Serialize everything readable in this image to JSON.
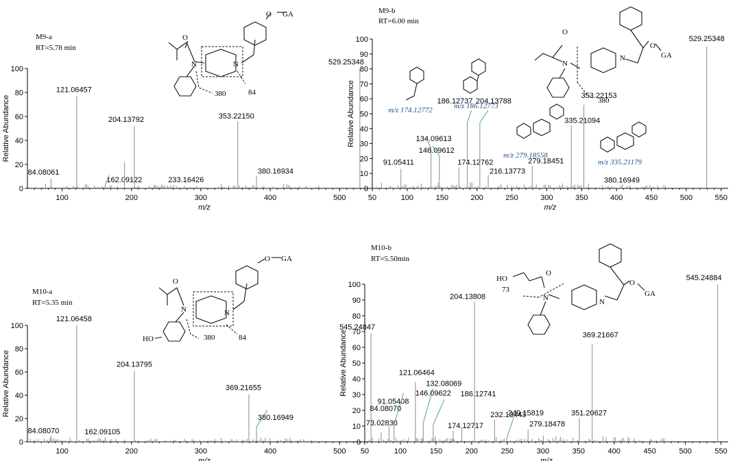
{
  "chart_data": [
    {
      "type": "bar",
      "title": "M9-a",
      "subtitle": "RT=5.78 min",
      "xlabel": "m/z",
      "ylabel": "Relative Abundance",
      "xlim": [
        50,
        560
      ],
      "ylim": [
        0,
        100
      ],
      "xticks": [
        "100",
        "200",
        "300",
        "400",
        "500"
      ],
      "yticks": [
        "0",
        "20",
        "40",
        "60",
        "80",
        "100"
      ],
      "peaks": [
        {
          "x": 84.08,
          "y": 8,
          "label": "84.08061"
        },
        {
          "x": 121.06,
          "y": 77,
          "label": "121.06457"
        },
        {
          "x": 162.09,
          "y": 3,
          "label": "162.09122"
        },
        {
          "x": 190.0,
          "y": 22,
          "label": ""
        },
        {
          "x": 204.14,
          "y": 52,
          "label": "204.13792"
        },
        {
          "x": 233.16,
          "y": 3,
          "label": "233.16426"
        },
        {
          "x": 353.22,
          "y": 56,
          "label": "353.22150"
        },
        {
          "x": 380.17,
          "y": 10,
          "label": "380.16934"
        },
        {
          "x": 529.25,
          "y": 100,
          "label": "529.25348"
        }
      ],
      "annotations": [
        "380",
        "84"
      ],
      "structure_text": [
        "O",
        "N",
        "N",
        "O",
        "GA"
      ]
    },
    {
      "type": "bar",
      "title": "M9-b",
      "subtitle": "RT=6.00 min",
      "xlabel": "m/z",
      "ylabel": "Relative Abundance",
      "xlim": [
        50,
        560
      ],
      "ylim": [
        0,
        100
      ],
      "xticks": [
        "50",
        "100",
        "150",
        "200",
        "250",
        "300",
        "350",
        "400",
        "450",
        "500",
        "550"
      ],
      "yticks": [
        "0",
        "10",
        "20",
        "30",
        "40",
        "50",
        "60",
        "70",
        "80",
        "90",
        "100"
      ],
      "peaks": [
        {
          "x": 91.05,
          "y": 13,
          "label": "91.05411"
        },
        {
          "x": 134.1,
          "y": 27,
          "label": "134.09613"
        },
        {
          "x": 146.1,
          "y": 22,
          "label": "146.09612"
        },
        {
          "x": 174.13,
          "y": 14,
          "label": "174.12762"
        },
        {
          "x": 186.13,
          "y": 44,
          "label": "186.12737"
        },
        {
          "x": 204.14,
          "y": 44,
          "label": "204.13788"
        },
        {
          "x": 216.14,
          "y": 9,
          "label": "216.13773"
        },
        {
          "x": 279.18,
          "y": 15,
          "label": "279.18451"
        },
        {
          "x": 335.21,
          "y": 42,
          "label": "335.21094"
        },
        {
          "x": 353.22,
          "y": 56,
          "label": "353.22153"
        },
        {
          "x": 380.17,
          "y": 2,
          "label": "380.16949"
        },
        {
          "x": 529.25,
          "y": 95,
          "label": "529.25348"
        }
      ],
      "fragment_labels": [
        "m/z 174.12772",
        "m/z 186.12773",
        "m/z 279.18558",
        "m/z 335.21179"
      ],
      "annotations": [
        "380"
      ],
      "structure_text": [
        "O",
        "N",
        "N",
        "O",
        "GA"
      ]
    },
    {
      "type": "bar",
      "title": "M10-a",
      "subtitle": "RT=5.35 min",
      "xlabel": "m/z",
      "ylabel": "Relative Abundance",
      "xlim": [
        50,
        560
      ],
      "ylim": [
        0,
        100
      ],
      "xticks": [
        "100",
        "200",
        "300",
        "400",
        "500"
      ],
      "yticks": [
        "0",
        "20",
        "40",
        "60",
        "80",
        "100"
      ],
      "peaks": [
        {
          "x": 84.08,
          "y": 5,
          "label": "84.08070"
        },
        {
          "x": 121.06,
          "y": 100,
          "label": "121.06458"
        },
        {
          "x": 162.09,
          "y": 4,
          "label": "162.09105"
        },
        {
          "x": 204.14,
          "y": 61,
          "label": "204.13795"
        },
        {
          "x": 369.22,
          "y": 41,
          "label": "369.21655"
        },
        {
          "x": 380.17,
          "y": 13,
          "label": "380.16949"
        },
        {
          "x": 545.25,
          "y": 93,
          "label": "545.24847"
        }
      ],
      "annotations": [
        "380",
        "84"
      ],
      "structure_text": [
        "O",
        "N",
        "N",
        "HO",
        "O",
        "GA"
      ]
    },
    {
      "type": "bar",
      "title": "M10-b",
      "subtitle": "RT=5.50min",
      "xlabel": "m/z",
      "ylabel": "Relative Abundance",
      "xlim": [
        50,
        560
      ],
      "ylim": [
        0,
        100
      ],
      "xticks": [
        "50",
        "100",
        "150",
        "200",
        "250",
        "300",
        "350",
        "400",
        "450",
        "500",
        "550"
      ],
      "yticks": [
        "0",
        "10",
        "20",
        "30",
        "40",
        "50",
        "60",
        "70",
        "80",
        "90",
        "100"
      ],
      "peaks": [
        {
          "x": 73.03,
          "y": 6,
          "label": "73.02830"
        },
        {
          "x": 84.08,
          "y": 10,
          "label": "84.08070"
        },
        {
          "x": 91.05,
          "y": 11,
          "label": "91.05408"
        },
        {
          "x": 121.06,
          "y": 38,
          "label": "121.06464"
        },
        {
          "x": 132.08,
          "y": 12,
          "label": "132.08069"
        },
        {
          "x": 146.1,
          "y": 11,
          "label": "146.09622"
        },
        {
          "x": 174.13,
          "y": 7,
          "label": "174.12717"
        },
        {
          "x": 186.13,
          "y": 9,
          "label": "186.12741"
        },
        {
          "x": 204.14,
          "y": 89,
          "label": "204.13808"
        },
        {
          "x": 232.13,
          "y": 14,
          "label": "232.13443"
        },
        {
          "x": 249.16,
          "y": 2,
          "label": "249.15819"
        },
        {
          "x": 279.18,
          "y": 8,
          "label": "279.18478"
        },
        {
          "x": 351.21,
          "y": 15,
          "label": "351.20627"
        },
        {
          "x": 369.22,
          "y": 62,
          "label": "369.21667"
        },
        {
          "x": 545.25,
          "y": 100,
          "label": "545.24884"
        }
      ],
      "annotations": [
        "73"
      ],
      "structure_text": [
        "HO",
        "O",
        "N",
        "N",
        "O",
        "GA"
      ]
    }
  ]
}
